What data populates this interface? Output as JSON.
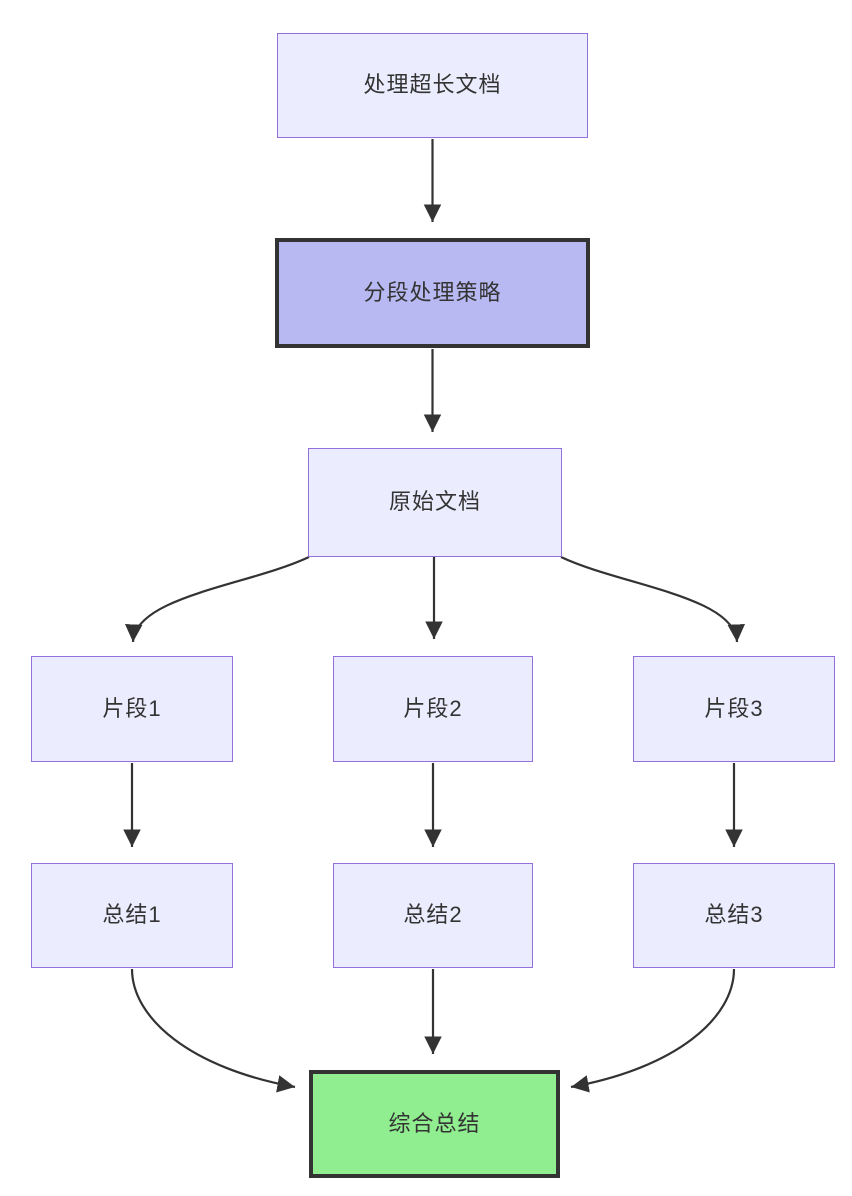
{
  "diagram": {
    "type": "flowchart",
    "direction": "top-down",
    "nodes": {
      "start": {
        "label": "处理超长文档",
        "style": "default"
      },
      "strategy": {
        "label": "分段处理策略",
        "style": "highlight-purple"
      },
      "doc": {
        "label": "原始文档",
        "style": "default"
      },
      "chunk1": {
        "label": "片段1",
        "style": "default"
      },
      "chunk2": {
        "label": "片段2",
        "style": "default"
      },
      "chunk3": {
        "label": "片段3",
        "style": "default"
      },
      "summary1": {
        "label": "总结1",
        "style": "default"
      },
      "summary2": {
        "label": "总结2",
        "style": "default"
      },
      "summary3": {
        "label": "总结3",
        "style": "default"
      },
      "final": {
        "label": "综合总结",
        "style": "highlight-green"
      }
    },
    "edges": [
      {
        "from": "start",
        "to": "strategy"
      },
      {
        "from": "strategy",
        "to": "doc"
      },
      {
        "from": "doc",
        "to": "chunk1"
      },
      {
        "from": "doc",
        "to": "chunk2"
      },
      {
        "from": "doc",
        "to": "chunk3"
      },
      {
        "from": "chunk1",
        "to": "summary1"
      },
      {
        "from": "chunk2",
        "to": "summary2"
      },
      {
        "from": "chunk3",
        "to": "summary3"
      },
      {
        "from": "summary1",
        "to": "final"
      },
      {
        "from": "summary2",
        "to": "final"
      },
      {
        "from": "summary3",
        "to": "final"
      }
    ],
    "colors": {
      "background": "#FFFFFF",
      "node_fill": "#ECECFF",
      "node_border": "#9370DB",
      "strategy_fill": "#B8B8F2",
      "strategy_border": "#333333",
      "final_fill": "#90EE90",
      "final_border": "#333333",
      "edge": "#333333",
      "text": "#333333"
    }
  }
}
